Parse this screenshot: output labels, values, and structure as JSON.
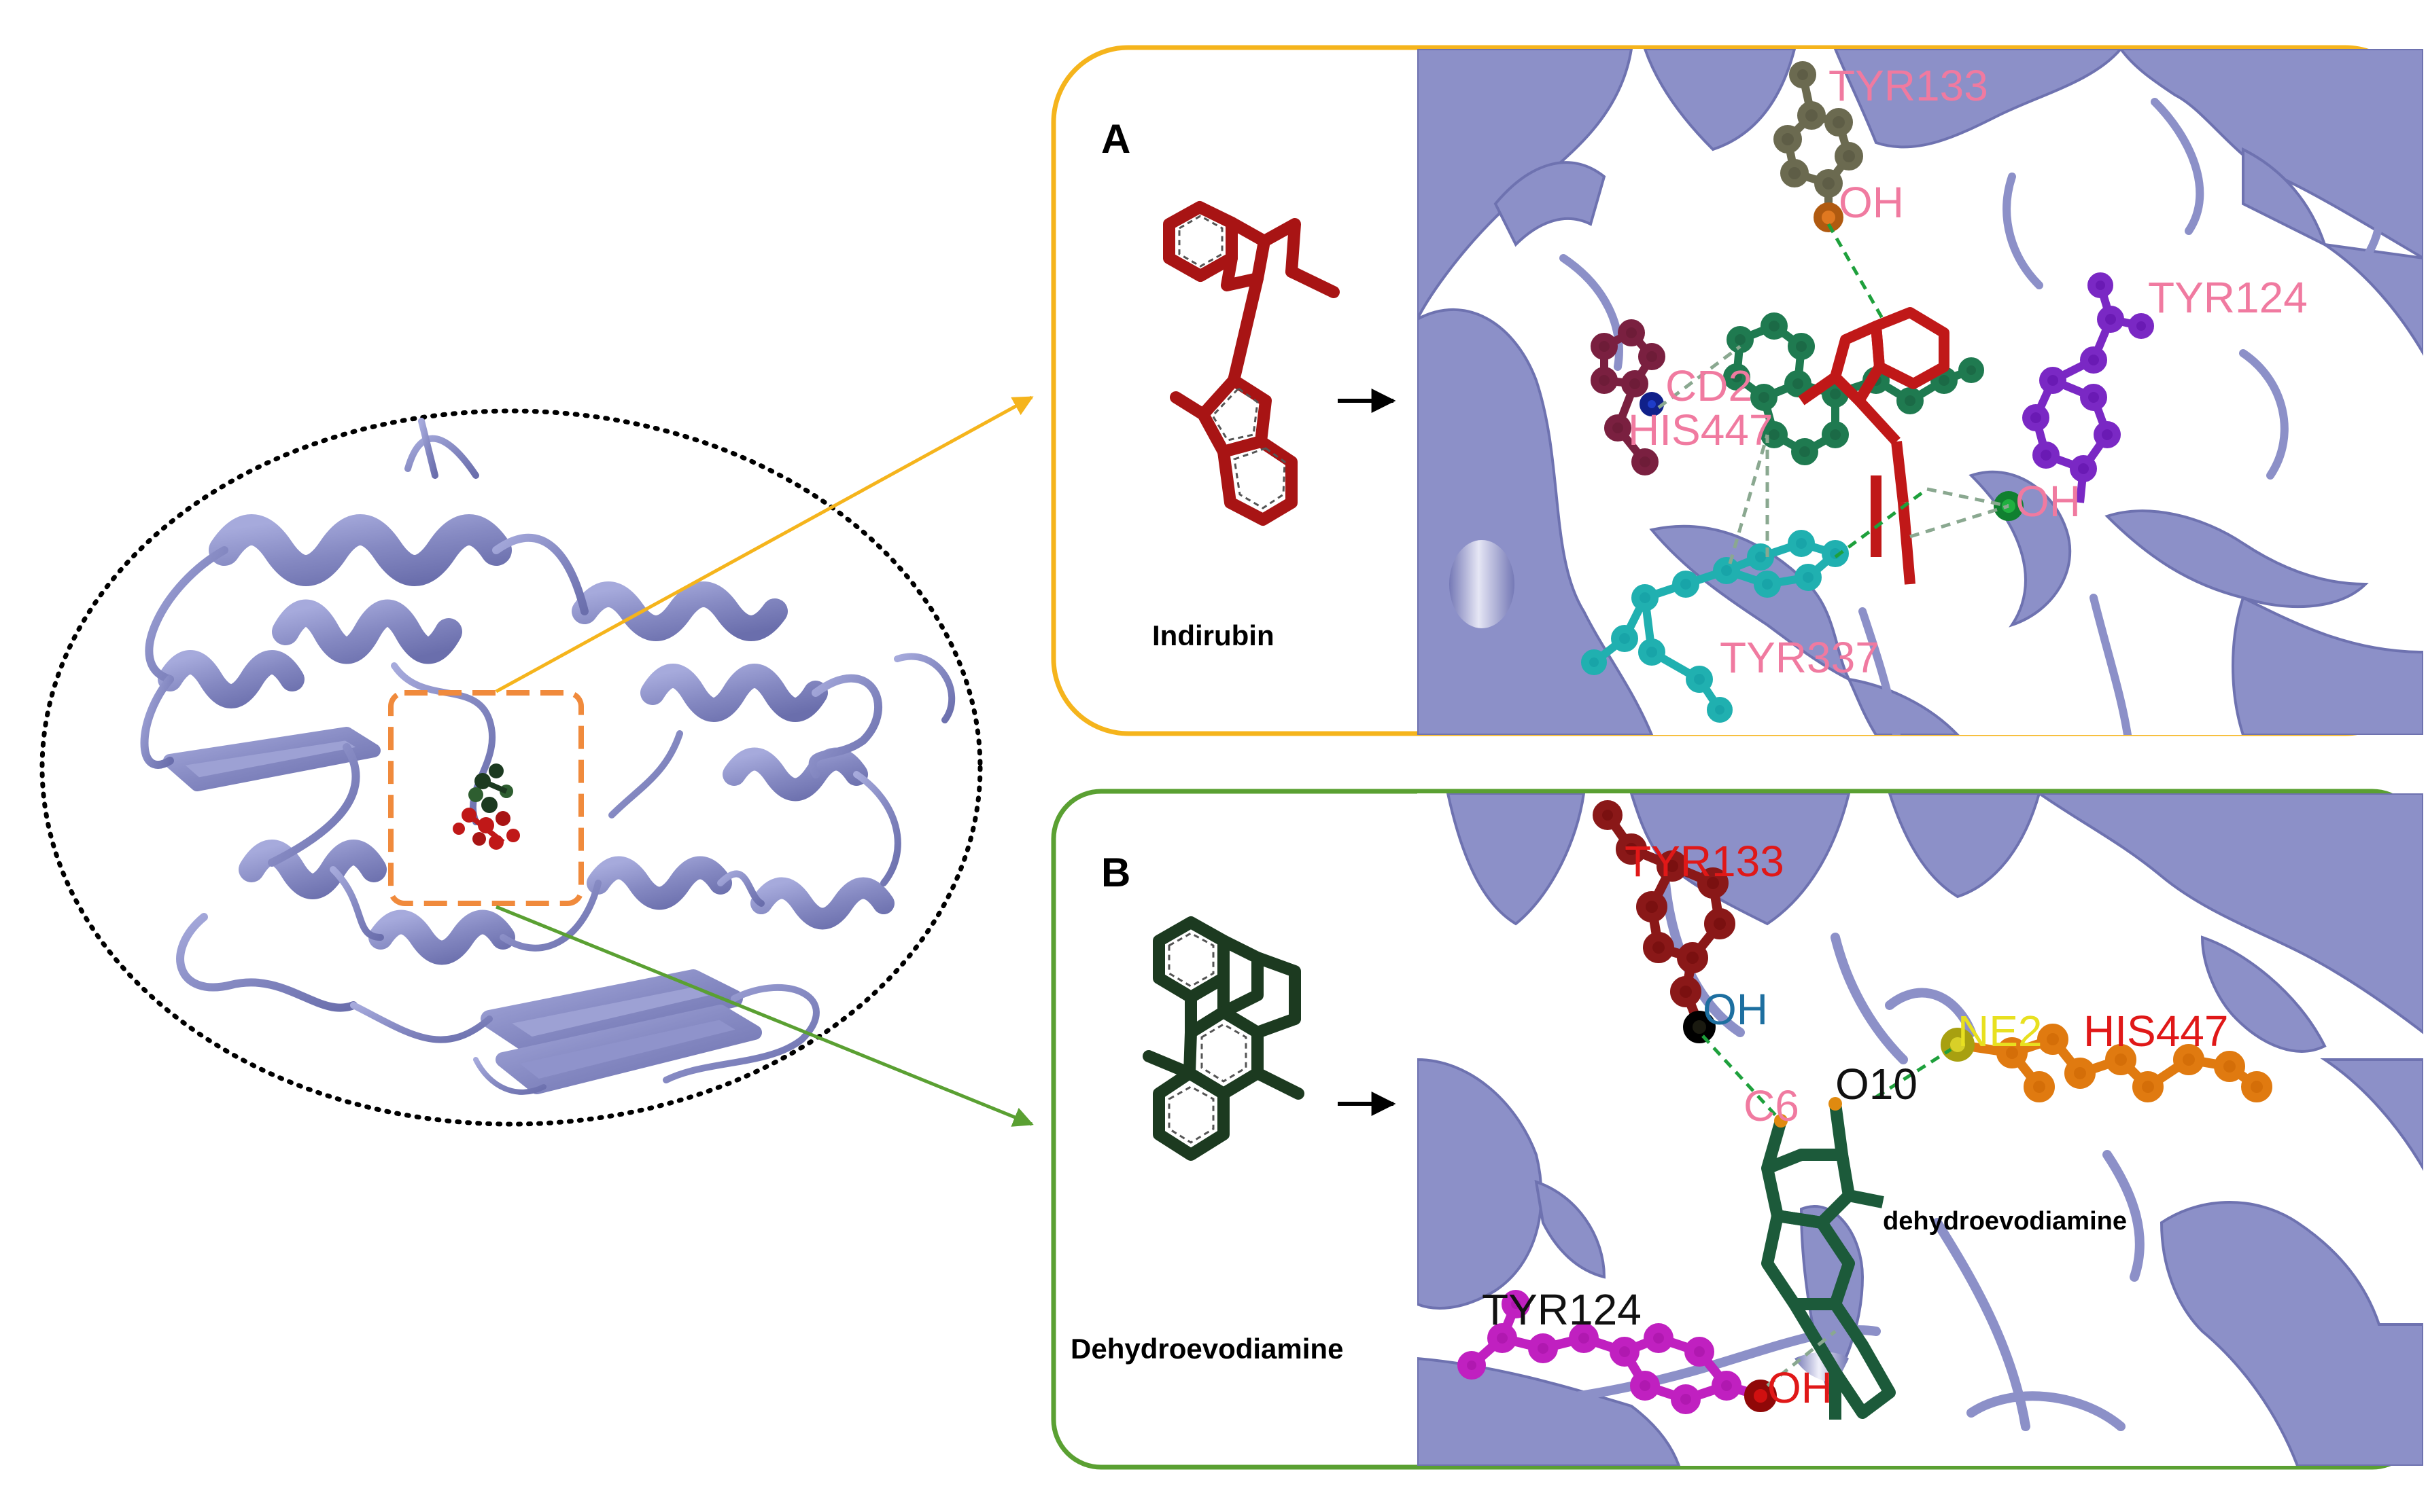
{
  "colors": {
    "protein": "#8c90c8",
    "protein_light": "#c4c7ea",
    "panel_a_border": "#f5b41c",
    "panel_b_border": "#5aa032",
    "arrow_a": "#f5b41c",
    "arrow_b": "#5aa032",
    "ellipse": "#000000",
    "focus_box": "#f08a3c",
    "indirubin": "#a81414",
    "dehydroevodiamine": "#1c3a20",
    "hbond": "#1ea03c"
  },
  "overview": {
    "description_icon": "protein-ribbon-icon"
  },
  "panel_a": {
    "letter": "A",
    "molecule_name": "Indirubin",
    "labels": {
      "tyr133": "TYR133",
      "oh_top": "OH",
      "tyr124": "TYR124",
      "cd2": "CD2",
      "his447": "HIS447",
      "oh_right": "OH",
      "tyr337": "TYR337"
    }
  },
  "panel_b": {
    "letter": "B",
    "molecule_name": "Dehydroevodiamine",
    "labels": {
      "tyr133": "TYR133",
      "oh_top": "OH",
      "ne2": "NE2",
      "his447": "HIS447",
      "c6": "C6",
      "o10": "O10",
      "ligand": "dehydroevodiamine",
      "tyr124": "TYR124",
      "oh_bottom": "OH"
    }
  }
}
